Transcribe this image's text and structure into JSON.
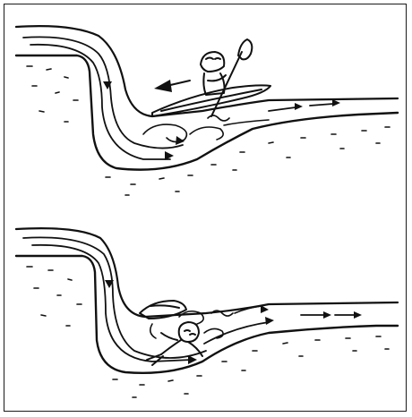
{
  "figure": {
    "panels": [
      {
        "id": "top",
        "subject": "kayaker-surfing-in-hydraulic"
      },
      {
        "id": "bottom",
        "subject": "swimmer-trapped-in-hydraulic"
      }
    ],
    "colors": {
      "ink": "#111111",
      "paper": "#ffffff"
    }
  }
}
